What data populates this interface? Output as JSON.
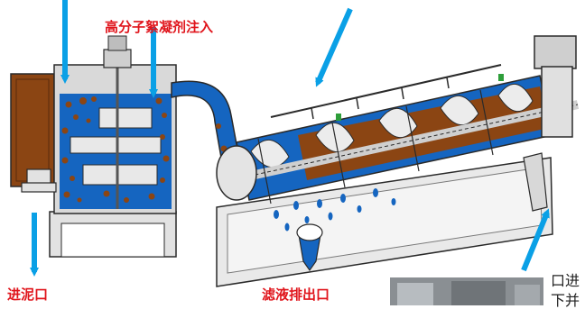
{
  "labels": {
    "flocculant_injection": "高分子絮凝剂注入",
    "sludge_inlet": "进泥口",
    "filtrate_outlet": "滤液排出口",
    "cropped_right_top": "口进",
    "cropped_right_bottom": "下并"
  },
  "colors": {
    "label_red": "#e0141b",
    "arrow_blue": "#0aa0e6",
    "liquid_blue": "#1565c0",
    "sludge_brown": "#8b4513",
    "machine_gray": "#d8d8d8",
    "outline": "#2a2a2a"
  }
}
